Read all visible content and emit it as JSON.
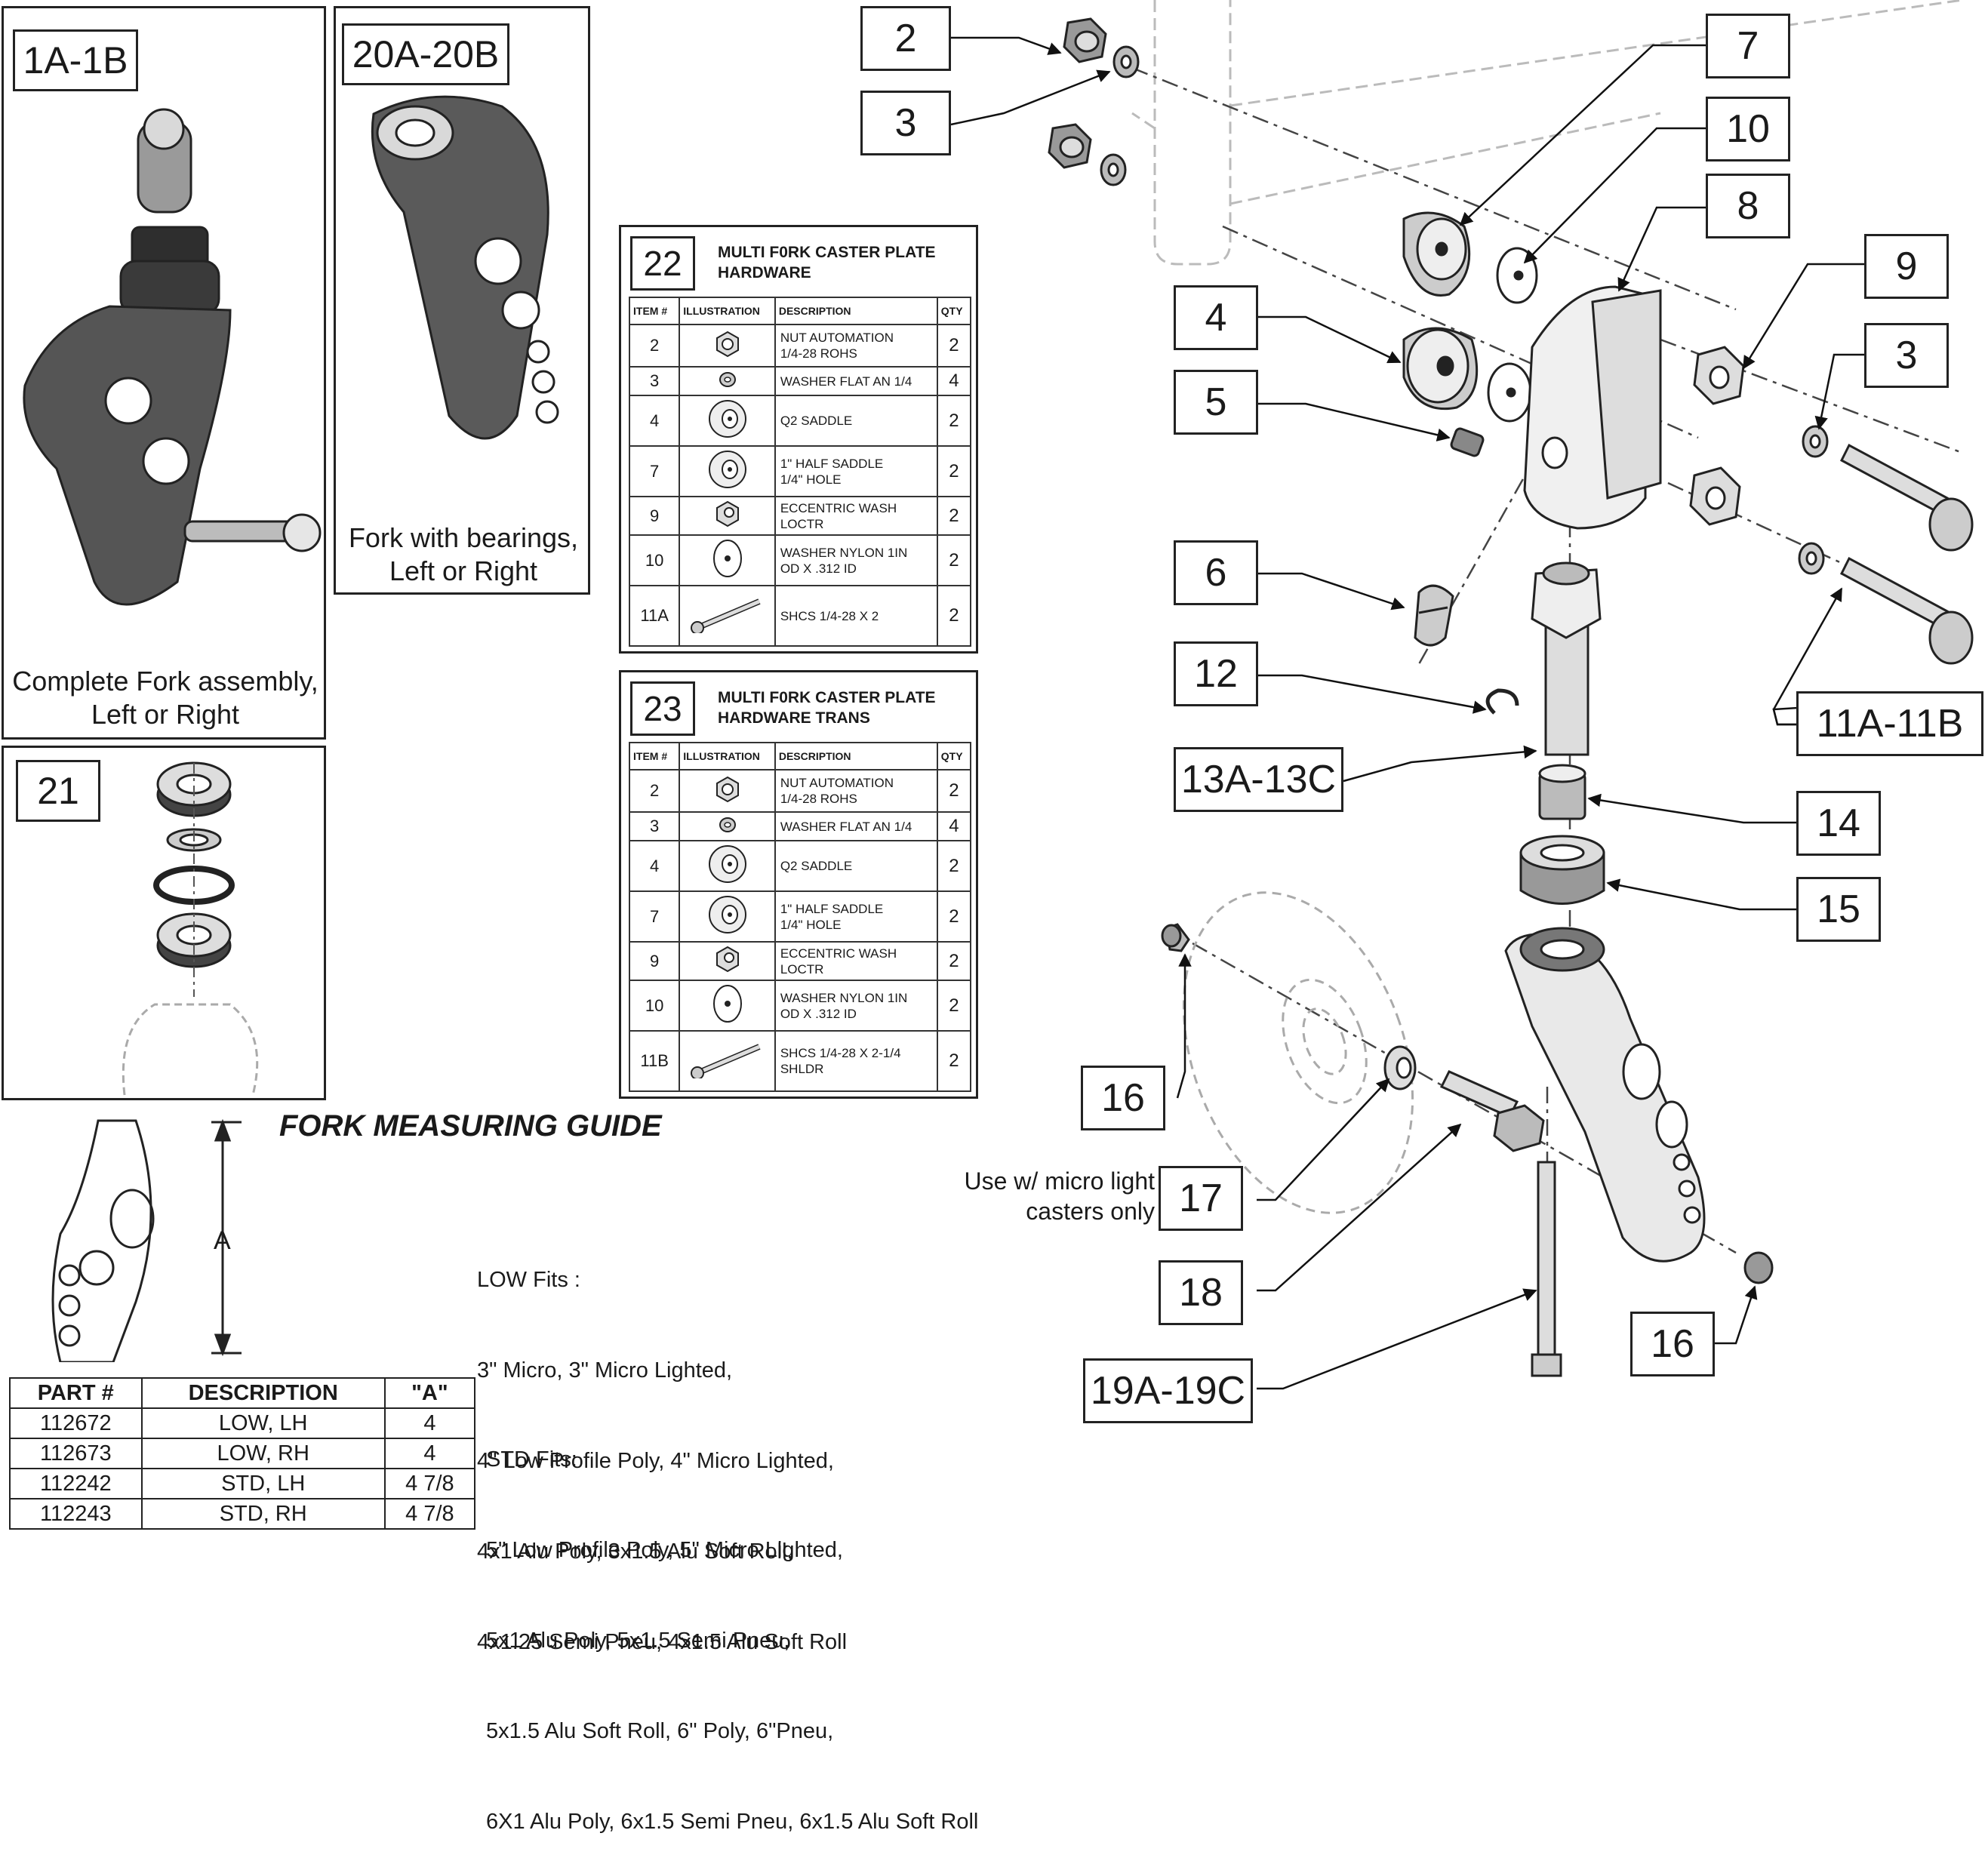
{
  "panels": {
    "fork_assembly": {
      "id": "1A-1B",
      "caption_line1": "Complete Fork assembly,",
      "caption_line2": "Left or Right"
    },
    "fork_bearings": {
      "id": "20A-20B",
      "caption_line1": "Fork with bearings,",
      "caption_line2": "Left or Right"
    },
    "bearing_kit": {
      "id": "21"
    }
  },
  "hardware_tables": [
    {
      "id": "22",
      "title_line1": "MULTI F0RK CASTER PLATE",
      "title_line2": "HARDWARE",
      "headers": {
        "item": "ITEM #",
        "illustration": "ILLUSTRATION",
        "description": "DESCRIPTION",
        "qty": "QTY"
      },
      "rows": [
        {
          "item": "2",
          "icon": "nut-icon",
          "desc1": "NUT AUTOMATION",
          "desc2": "1/4-28 ROHS",
          "qty": "2"
        },
        {
          "item": "3",
          "icon": "small-washer-icon",
          "desc1": "WASHER FLAT AN 1/4",
          "desc2": "",
          "qty": "4"
        },
        {
          "item": "4",
          "icon": "saddle-icon",
          "desc1": "Q2 SADDLE",
          "desc2": "",
          "qty": "2"
        },
        {
          "item": "7",
          "icon": "half-saddle-icon",
          "desc1": "1\" HALF SADDLE",
          "desc2": "1/4\" HOLE",
          "qty": "2"
        },
        {
          "item": "9",
          "icon": "eccentric-washer-icon",
          "desc1": "ECCENTRIC WASH",
          "desc2": "LOCTR",
          "qty": "2"
        },
        {
          "item": "10",
          "icon": "nylon-washer-icon",
          "desc1": "WASHER NYLON 1IN",
          "desc2": "OD X .312 ID",
          "qty": "2"
        },
        {
          "item": "11A",
          "icon": "bolt-icon",
          "desc1": "SHCS 1/4-28 X 2",
          "desc2": "",
          "qty": "2"
        }
      ]
    },
    {
      "id": "23",
      "title_line1": "MULTI F0RK CASTER PLATE",
      "title_line2": "HARDWARE TRANS",
      "headers": {
        "item": "ITEM #",
        "illustration": "ILLUSTRATION",
        "description": "DESCRIPTION",
        "qty": "QTY"
      },
      "rows": [
        {
          "item": "2",
          "icon": "nut-icon",
          "desc1": "NUT AUTOMATION",
          "desc2": "1/4-28 ROHS",
          "qty": "2"
        },
        {
          "item": "3",
          "icon": "small-washer-icon",
          "desc1": "WASHER FLAT AN 1/4",
          "desc2": "",
          "qty": "4"
        },
        {
          "item": "4",
          "icon": "saddle-icon",
          "desc1": "Q2 SADDLE",
          "desc2": "",
          "qty": "2"
        },
        {
          "item": "7",
          "icon": "half-saddle-icon",
          "desc1": "1\" HALF SADDLE",
          "desc2": "1/4\" HOLE",
          "qty": "2"
        },
        {
          "item": "9",
          "icon": "eccentric-washer-icon",
          "desc1": "ECCENTRIC WASH",
          "desc2": "LOCTR",
          "qty": "2"
        },
        {
          "item": "10",
          "icon": "nylon-washer-icon",
          "desc1": "WASHER NYLON 1IN",
          "desc2": "OD X .312 ID",
          "qty": "2"
        },
        {
          "item": "11B",
          "icon": "bolt-icon",
          "desc1": "SHCS 1/4-28 X 2-1/4",
          "desc2": "SHLDR",
          "qty": "2"
        }
      ]
    }
  ],
  "measuring_guide": {
    "title": "FORK MEASURING GUIDE",
    "dimension_label": "A",
    "table_headers": {
      "part": "PART #",
      "description": "DESCRIPTION",
      "a": "\"A\""
    },
    "table_rows": [
      {
        "part": "112672",
        "description": "LOW, LH",
        "a": "4"
      },
      {
        "part": "112673",
        "description": "LOW, RH",
        "a": "4"
      },
      {
        "part": "112242",
        "description": "STD, LH",
        "a": "4 7/8"
      },
      {
        "part": "112243",
        "description": "STD, RH",
        "a": "4 7/8"
      }
    ],
    "low_fits": [
      "LOW Fits :",
      "3\" Micro, 3\" Micro Lighted,",
      "4\" Low Profile Poly, 4\" Micro Lighted,",
      "4x1 Alu Poly, 3x1.5 Alu Soft Roll,",
      "4x1.25 Semi Pneu, 4x1.5 Alu Soft Roll"
    ],
    "std_fits": [
      "STD Fits:",
      "5\" Low Profile Poly, 5\" Micro Lighted,",
      "5x1 Alu Poly, 5x1.5 Semi Pneu,",
      "5x1.5 Alu Soft Roll, 6\" Poly, 6\"Pneu,",
      "6X1 Alu Poly, 6x1.5 Semi Pneu, 6x1.5 Alu Soft Roll"
    ]
  },
  "callouts": [
    {
      "key": "c2",
      "label": "2"
    },
    {
      "key": "c3a",
      "label": "3"
    },
    {
      "key": "c7",
      "label": "7"
    },
    {
      "key": "c10",
      "label": "10"
    },
    {
      "key": "c8",
      "label": "8"
    },
    {
      "key": "c9",
      "label": "9"
    },
    {
      "key": "c3b",
      "label": "3"
    },
    {
      "key": "c4",
      "label": "4"
    },
    {
      "key": "c5",
      "label": "5"
    },
    {
      "key": "c6",
      "label": "6"
    },
    {
      "key": "c12",
      "label": "12"
    },
    {
      "key": "c11",
      "label": "11A-11B"
    },
    {
      "key": "c13",
      "label": "13A-13C"
    },
    {
      "key": "c14",
      "label": "14"
    },
    {
      "key": "c15",
      "label": "15"
    },
    {
      "key": "c16a",
      "label": "16"
    },
    {
      "key": "c17",
      "label": "17"
    },
    {
      "key": "c18",
      "label": "18"
    },
    {
      "key": "c16b",
      "label": "16"
    },
    {
      "key": "c19",
      "label": "19A-19C"
    }
  ],
  "note_micro_light": {
    "line1": "Use w/ micro light",
    "line2": "casters only"
  }
}
